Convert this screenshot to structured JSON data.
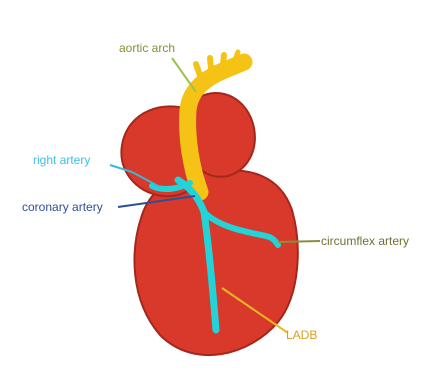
{
  "labels": {
    "aortic_arch": "aortic arch",
    "right_artery": "right artery",
    "coronary_artery": "coronary artery",
    "circumflex_artery": "circumflex artery",
    "ladb": "LADB"
  },
  "colors": {
    "heart": "#d8392b",
    "heart_outline": "#9e241b",
    "aorta": "#f5c316",
    "arteries": "#22d3d8",
    "label_aortic_arch": "#8c8c3a",
    "label_right_artery": "#3fc0e2",
    "label_coronary_artery": "#2e4f9a",
    "label_circumflex_artery": "#6f6f30",
    "label_ladb": "#d9a020",
    "leader_aortic_arch": "#9bc44a",
    "leader_right_artery": "#37b9d8",
    "leader_coronary_artery": "#2a4f9b",
    "leader_circumflex_artery": "#8a8f3c",
    "leader_ladb": "#f0b623"
  }
}
